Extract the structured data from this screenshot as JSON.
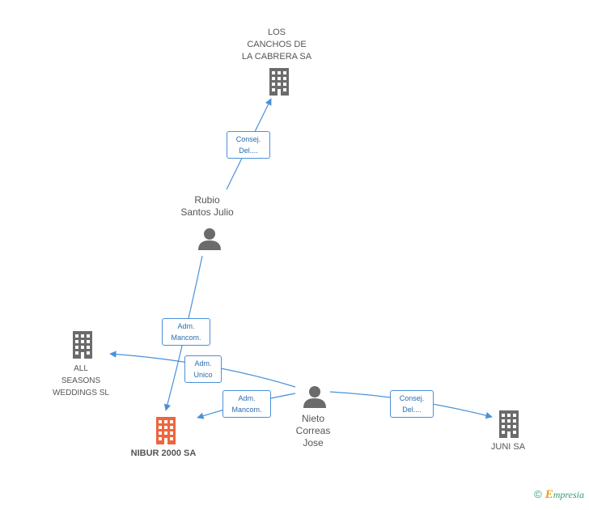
{
  "nodes": {
    "los_canchos": {
      "label": "LOS\nCANCHOS DE\nLA CABRERA SA",
      "icon": "building-icon",
      "color": "#6b6b6b"
    },
    "rubio": {
      "label": "Rubio\nSantos Julio",
      "icon": "person-icon",
      "color": "#6b6b6b"
    },
    "all_seasons": {
      "label": "ALL\nSEASONS\nWEDDINGS  SL",
      "icon": "building-icon",
      "color": "#6b6b6b"
    },
    "nibur": {
      "label": "NIBUR 2000 SA",
      "icon": "building-icon",
      "color": "#f0643c"
    },
    "nieto": {
      "label": "Nieto\nCorreas\nJose",
      "icon": "person-icon",
      "color": "#6b6b6b"
    },
    "juni": {
      "label": "JUNI SA",
      "icon": "building-icon",
      "color": "#6b6b6b"
    }
  },
  "edges": {
    "rubio_los_canchos": {
      "label": "Consej.\nDel...."
    },
    "rubio_nibur": {
      "label": "Adm.\nMancom."
    },
    "nieto_all_seasons": {
      "label": "Adm.\nUnico"
    },
    "nieto_nibur": {
      "label": "Adm.\nMancom."
    },
    "nieto_juni": {
      "label": "Consej.\nDel...."
    }
  },
  "colors": {
    "edge": "#4a90d9",
    "node": "#6b6b6b",
    "focus": "#f0643c"
  },
  "footer": {
    "copyright": "©",
    "brand_initial": "E",
    "brand_rest": "mpresia"
  }
}
